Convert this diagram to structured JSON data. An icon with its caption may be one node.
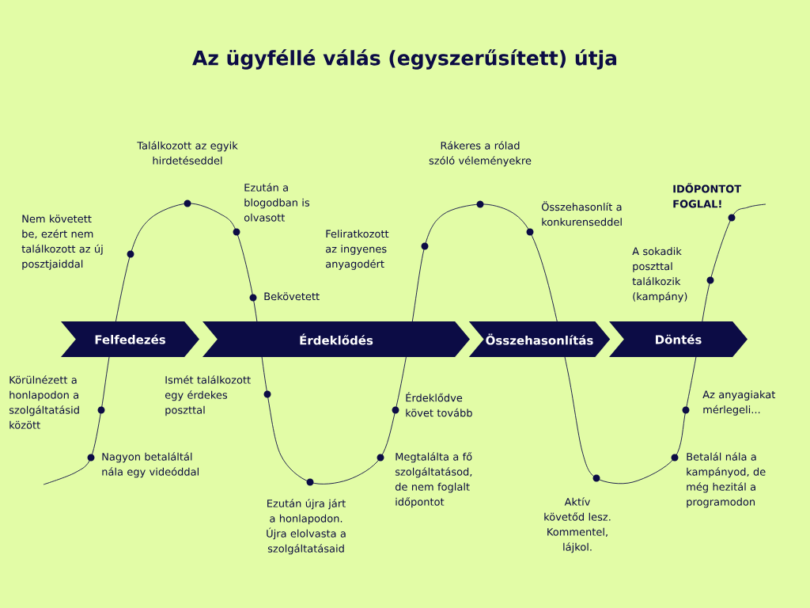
{
  "diagram": {
    "title": "Az ügyféllé válás (egyszerűsített) útja",
    "nodes": [
      {
        "text": [
          "Felfedezés"
        ]
      },
      {
        "text": [
          "Érdeklődés"
        ]
      },
      {
        "text": [
          "Összehasonlítás"
        ]
      },
      {
        "text": [
          "Döntés"
        ]
      }
    ],
    "labels": [
      "Találkozott az egyik hirdetéseddel",
      "Rákeres a rólad szóló véleményekre",
      "IDŐPONTOT FOGLAL!",
      "Ezután a blogodban is olvasott",
      "Összehasonlít a konkurenseddel",
      "Nem követett be, ezért nem találkozott az új posztjaiddal",
      "Feliratkozott az ingyenes anyagodért",
      "A sokadik poszttal találkozik (kampány)",
      "Bekövetett",
      "Körülnézett a honlapodon a szolgáltatásid között",
      "Ismét találkozott egy érdekes poszttal",
      "Az anyagiakat mérlegeli...",
      "Érdeklődve követ tovább",
      "Nagyon betaláltál nála egy videóddal",
      "Megtalálta a fő szolgáltatásod, de nem foglalt időpontot",
      "Betalál nála a kampányod, de még hezitál a programodon",
      "Aktív követőd lesz. Kommentel, lájkol.",
      "Ezután újra járt a honlapodon. Újra elolvasta a szolgáltatásaid"
    ]
  }
}
